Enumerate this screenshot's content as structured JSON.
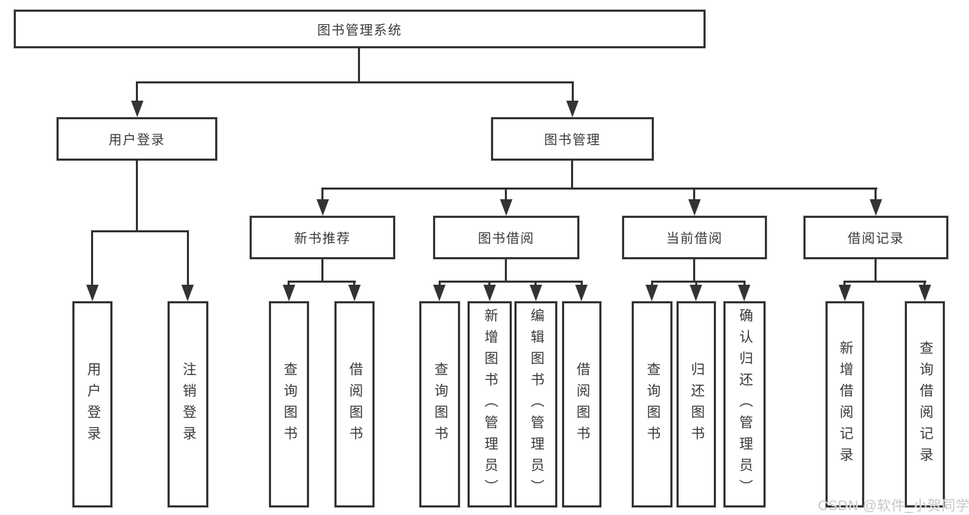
{
  "tree": {
    "root": {
      "label": "图书管理系统"
    },
    "branches": [
      {
        "label": "用户登录",
        "children": [
          {
            "label": "用户登录"
          },
          {
            "label": "注销登录"
          }
        ]
      },
      {
        "label": "图书管理",
        "children": [
          {
            "label": "新书推荐",
            "children": [
              {
                "label": "查询图书"
              },
              {
                "label": "借阅图书"
              }
            ]
          },
          {
            "label": "图书借阅",
            "children": [
              {
                "label": "查询图书"
              },
              {
                "label": "新增图书（管理员）"
              },
              {
                "label": "编辑图书（管理员）"
              },
              {
                "label": "借阅图书"
              }
            ]
          },
          {
            "label": "当前借阅",
            "children": [
              {
                "label": "查询图书"
              },
              {
                "label": "归还图书"
              },
              {
                "label": "确认归还（管理员）"
              }
            ]
          },
          {
            "label": "借阅记录",
            "children": [
              {
                "label": "新增借阅记录"
              },
              {
                "label": "查询借阅记录"
              }
            ]
          }
        ]
      }
    ]
  },
  "watermark": {
    "text": "CSDN @软件_小贺同学"
  }
}
